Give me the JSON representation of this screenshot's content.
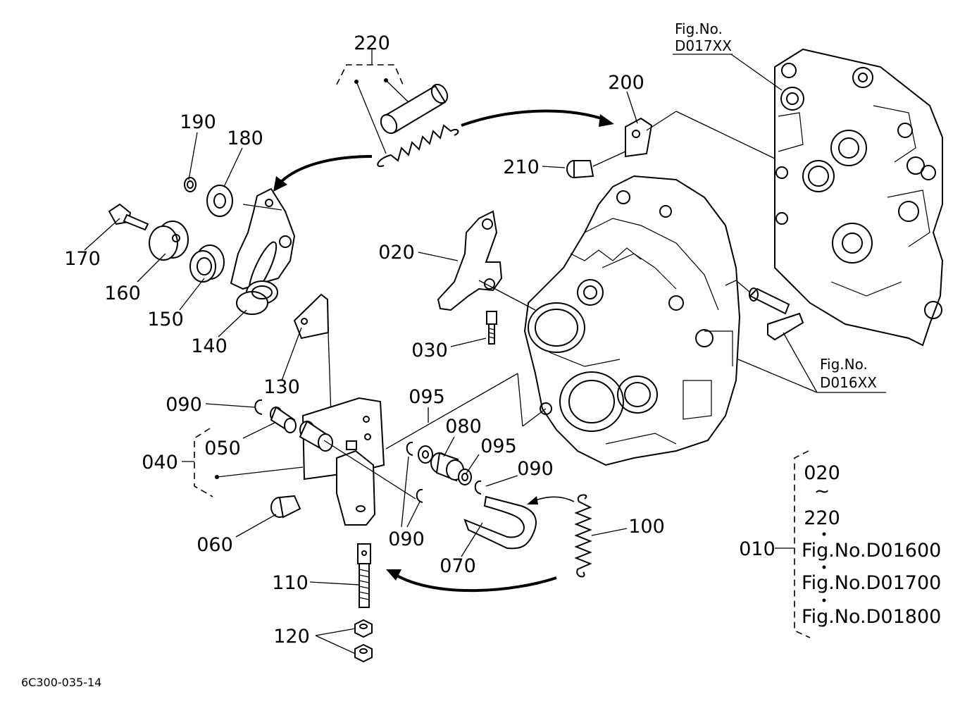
{
  "parts": [
    {
      "id": "p220",
      "label": "220"
    },
    {
      "id": "p190",
      "label": "190"
    },
    {
      "id": "p180",
      "label": "180"
    },
    {
      "id": "p200",
      "label": "200"
    },
    {
      "id": "p210",
      "label": "210"
    },
    {
      "id": "p170",
      "label": "170"
    },
    {
      "id": "p160",
      "label": "160"
    },
    {
      "id": "p150",
      "label": "150"
    },
    {
      "id": "p140",
      "label": "140"
    },
    {
      "id": "p130",
      "label": "130"
    },
    {
      "id": "p020",
      "label": "020"
    },
    {
      "id": "p030",
      "label": "030"
    },
    {
      "id": "p090a",
      "label": "090"
    },
    {
      "id": "p050",
      "label": "050"
    },
    {
      "id": "p040",
      "label": "040"
    },
    {
      "id": "p060",
      "label": "060"
    },
    {
      "id": "p095a",
      "label": "095"
    },
    {
      "id": "p080",
      "label": "080"
    },
    {
      "id": "p095b",
      "label": "095"
    },
    {
      "id": "p090b",
      "label": "090"
    },
    {
      "id": "p090c",
      "label": "090"
    },
    {
      "id": "p070",
      "label": "070"
    },
    {
      "id": "p100",
      "label": "100"
    },
    {
      "id": "p110",
      "label": "110"
    },
    {
      "id": "p120",
      "label": "120"
    }
  ],
  "figure_refs": {
    "top_label": "Fig.No.",
    "top_code": "D017XX",
    "mid_label": "Fig.No.",
    "mid_code": "D016XX"
  },
  "legend": {
    "assembly": "010",
    "range_start": "020",
    "tilde": "~",
    "range_end": "220",
    "fig1": "Fig.No.D01600",
    "fig2": "Fig.No.D01700",
    "fig3": "Fig.No.D01800"
  },
  "drawing_code": "6C300-035-14"
}
